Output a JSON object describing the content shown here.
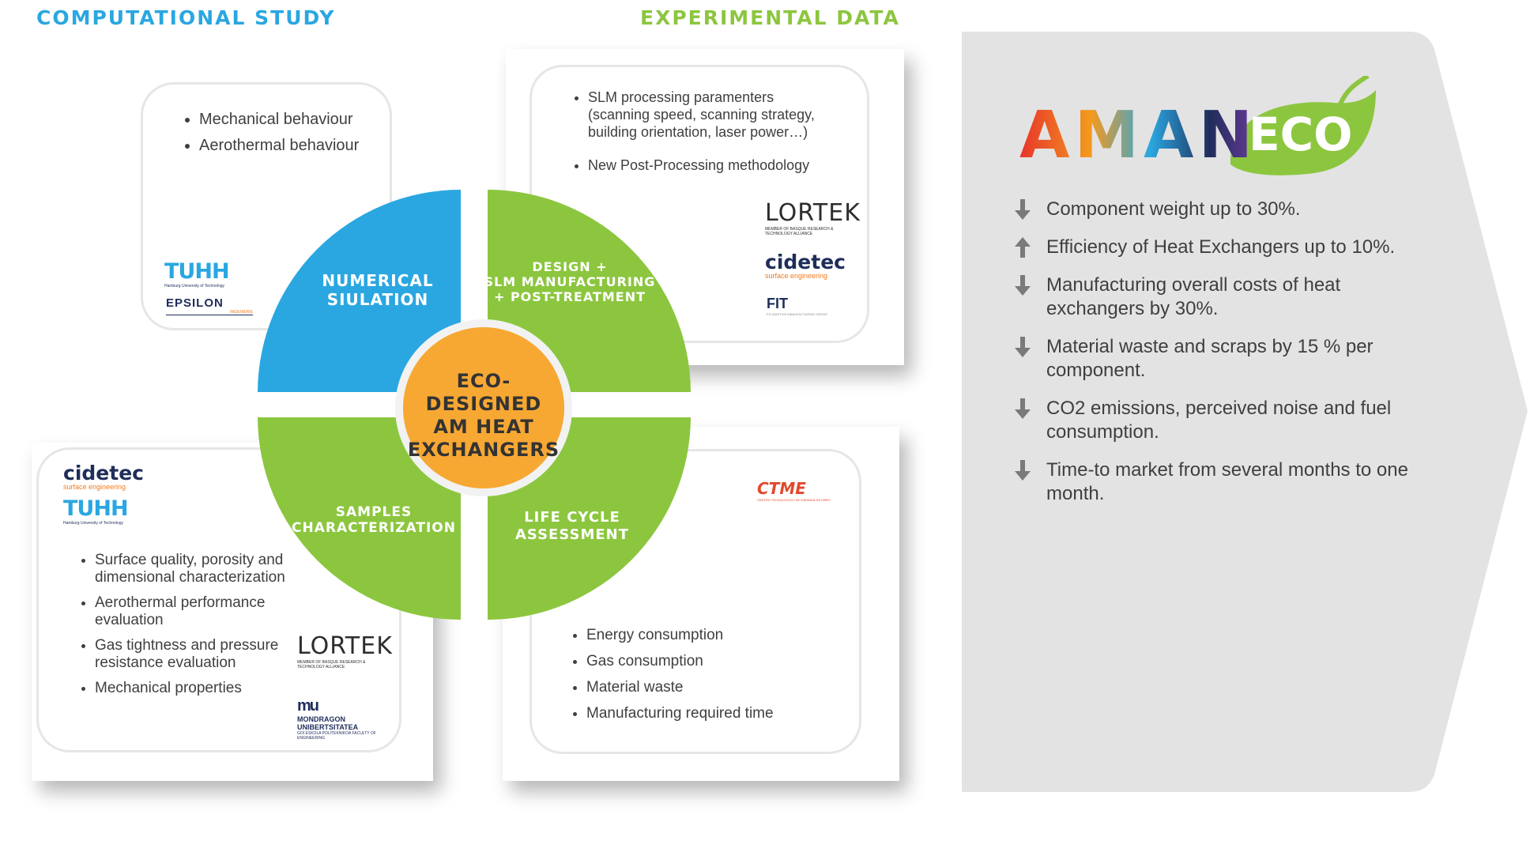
{
  "headers": {
    "computational": "COMPUTATIONAL STUDY",
    "experimental": "EXPERIMENTAL DATA"
  },
  "cards": {
    "top_left": {
      "bullets": [
        "Mechanical behaviour",
        "Aerothermal behaviour"
      ],
      "logos": {
        "tuhh": "TUHH",
        "tuhh_sub": "Hamburg University of Technology",
        "epsilon": "EPSILON",
        "epsilon_sub": "INGENIERIE"
      }
    },
    "top_right": {
      "bullets": [
        "SLM processing paramenters (scanning speed, scanning strategy, building orientation, laser power…)",
        "New Post-Processing methodology"
      ],
      "logos": {
        "lortek": "LORTEK",
        "lortek_sub": "MEMBER OF BASQUE RESEARCH & TECHNOLOGY ALLIANCE",
        "cidetec": "cidetec",
        "cidetec_sub": "surface engineering",
        "fit": "FIT",
        "fit_sub": "FIT ADDITIVE MANUFACTURING GROUP"
      }
    },
    "bottom_left": {
      "bullets": [
        "Surface quality, porosity and dimensional characterization",
        "Aerothermal performance evaluation",
        "Gas tightness and pressure resistance evaluation",
        "Mechanical properties"
      ],
      "logos": {
        "cidetec": "cidetec",
        "cidetec_sub": "surface engineering",
        "tuhh": "TUHH",
        "tuhh_sub": "Hamburg University of Technology",
        "lortek": "LORTEK",
        "lortek_sub": "MEMBER OF BASQUE RESEARCH & TECHNOLOGY ALLIANCE",
        "mondragon": "MONDRAGON UNIBERTSITATEA",
        "mondragon_sub": "GOI ESKOLA POLITEKNIKOA FACULTY OF ENGINEERING"
      }
    },
    "bottom_right": {
      "bullets": [
        "Energy consumption",
        "Gas consumption",
        "Material waste",
        "Manufacturing required time"
      ],
      "logos": {
        "ctme": "CTME",
        "ctme_sub": "CENTRO TECNOLÓGICO DE MIRANDA DE EBRO"
      }
    }
  },
  "wheel": {
    "center": [
      "ECO-DESIGNED",
      "AM HEAT",
      "EXCHANGERS"
    ],
    "numerical": [
      "NUMERICAL",
      "SIULATION"
    ],
    "design": [
      "DESIGN +",
      "SLM MANUFACTURING",
      "+ POST-TREATMENT"
    ],
    "samples": [
      "SAMPLES",
      "CHARACTERIZATION"
    ],
    "lifecycle": [
      "LIFE CYCLE",
      "ASSESSMENT"
    ]
  },
  "brand": {
    "part1": "AMAN",
    "part2": "ECO"
  },
  "benefits": [
    {
      "direction": "down",
      "text": "Component weight up to 30%."
    },
    {
      "direction": "up",
      "text": "Efficiency of Heat Exchangers up to 10%."
    },
    {
      "direction": "down",
      "text": "Manufacturing overall costs of heat exchangers by 30%."
    },
    {
      "direction": "down",
      "text": "Material waste and scraps by 15 % per component."
    },
    {
      "direction": "down",
      "text": "CO2 emissions, perceived noise and fuel consumption."
    },
    {
      "direction": "down",
      "text": "Time-to market from several months to one month."
    }
  ],
  "colors": {
    "blue": "#2aa7e1",
    "green": "#8cc63f",
    "orange": "#f7a833",
    "grey_panel": "#e3e3e3",
    "arrow_icon": "#7a7a7a"
  }
}
